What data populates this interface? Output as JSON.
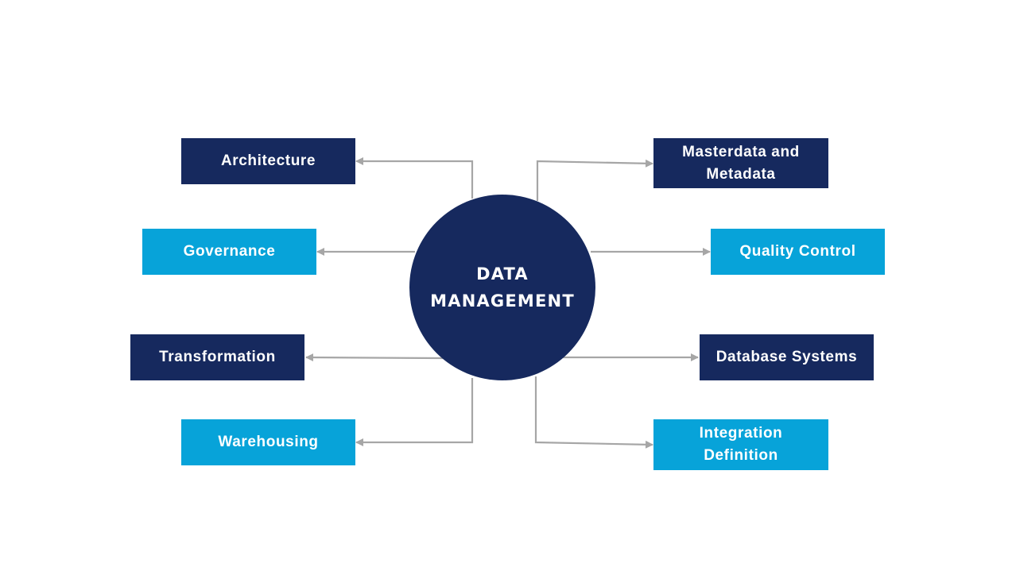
{
  "colors": {
    "dark": "#16295e",
    "light": "#07a3d9",
    "connector": "#a6a6a6",
    "background": "#ffffff"
  },
  "hub": {
    "label": "DATA\nMANAGEMENT"
  },
  "nodes": {
    "architecture": "Architecture",
    "governance": "Governance",
    "transformation": "Transformation",
    "warehousing": "Warehousing",
    "masterdata": "Masterdata and\nMetadata",
    "quality": "Quality Control",
    "database": "Database Systems",
    "integration": "Integration\nDefinition"
  }
}
